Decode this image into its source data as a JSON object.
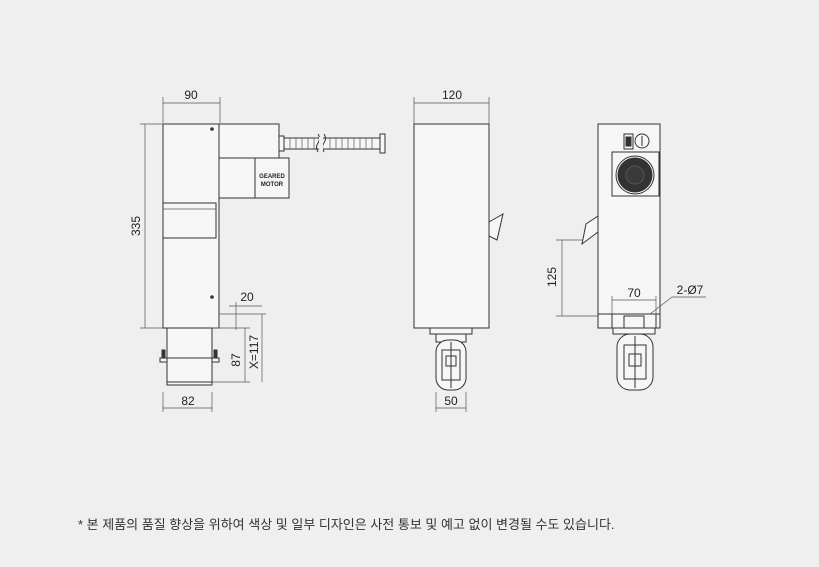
{
  "side_view": {
    "width_label": "90",
    "height_label": "335",
    "motor_label_1": "GEARED",
    "motor_label_2": "MOTOR",
    "offset_label": "20",
    "rail_height_label": "87",
    "x_label": "X=117",
    "base_width_label": "82"
  },
  "front_view": {
    "width_label": "120",
    "wheel_width_label": "50"
  },
  "rear_view": {
    "height_label": "125",
    "bolt_spacing_label": "70",
    "hole_label": "2-Ø7"
  },
  "note": "* 본 제품의 품질 향상을 위하여 색상 및 일부 디자인은 사전 통보 및 예고 없이 변경될 수도 있습니다."
}
